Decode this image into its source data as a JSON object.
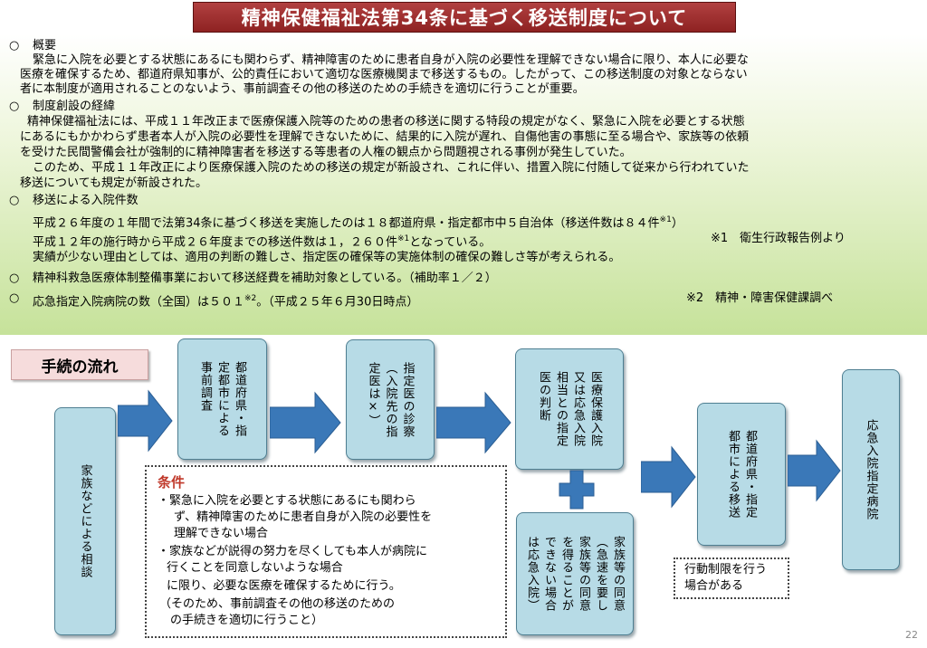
{
  "title": "精神保健福祉法第34条に基づく移送制度について",
  "sections": {
    "overview": {
      "bullet": "○",
      "heading": "概要",
      "lines": [
        "緊急に入院を必要とする状態にあるにも関わらず、精神障害のために患者自身が入院の必要性を理解できない場合に限り、本人に必要な",
        "医療を確保するため、都道府県知事が、公的責任において適切な医療機関まで移送するもの。したがって、この移送制度の対象とならない",
        "者に本制度が適用されることのないよう、事前調査その他の移送のための手続きを適切に行うことが重要。"
      ]
    },
    "history": {
      "bullet": "○",
      "heading": "制度創設の経緯",
      "lines": [
        "精神保健福祉法には、平成１１年改正まで医療保護入院等のための患者の移送に関する特段の規定がなく、緊急に入院を必要とする状態",
        "にあるにもかかわらず患者本人が入院の必要性を理解できないために、結果的に入院が遅れ、自傷他害の事態に至る場合や、家族等の依頼",
        "を受けた民間警備会社が強制的に精神障害者を移送する等患者の人権の観点から問題視される事例が発生していた。",
        "このため、平成１１年改正により医療保護入院のための移送の規定が新設され、これに伴い、措置入院に付随して従来から行われていた",
        "移送についても規定が新設された。"
      ]
    },
    "count": {
      "bullet": "○",
      "heading": "移送による入院件数",
      "line1": "平成２６年度の１年間で法第34条に基づく移送を実施したのは１８都道府県・指定都市中５自治体（移送件数は８４件",
      "line1_fn": "※1",
      "line1_end": "）",
      "line2": "平成１２年の施行時から平成２６年度までの移送件数は１，２６０件",
      "line2_fn": "※1",
      "line2_end": "となっている。",
      "note1": "※1　衛生行政報告例より",
      "line3": "実績が少ない理由としては、適用の判断の難しさ、指定医の確保等の実施体制の確保の難しさ等が考えられる。"
    },
    "subsidy": {
      "bullet": "○",
      "text": "精神科救急医療体制整備事業において移送経費を補助対象としている。（補助率１／２）"
    },
    "hospitals": {
      "bullet": "○",
      "text": "応急指定入院病院の数（全国）は５０１",
      "fn": "※2",
      "text_end": "。（平成２５年６月30日時点）",
      "note2": "※2　精神・障害保健課調べ"
    }
  },
  "flow": {
    "label": "手続の流れ",
    "box_family": "家族などによる相談",
    "box_survey": "都道府県・指\n定都市による\n事前調査",
    "box_exam": "指定医の診察\n（入院先の指\n定医は×）",
    "box_judge": "医療保護入院\n又は応急入院\n相当との指定\n医の判断",
    "box_consent": "家族等の同意\n（急速を要し\n家族等の同意\nを得ることが\nできない場合\nは応急入院）",
    "box_transfer": "都道府県・指定\n都市による移送",
    "box_hospital": "応急入院指定病院",
    "conditions": {
      "title": "条件",
      "lines": [
        "・緊急に入院を必要とする状態にあるにも関わら",
        "ず、精神障害のために患者自身が入院の必要性を",
        "理解できない場合",
        "・家族などが説得の努力を尽くしても本人が病院に",
        "行くことを同意しないような場合",
        "に限り、必要な医療を確保するために行う。",
        "（そのため、事前調査その他の移送のための",
        "の手続きを適切に行うこと）"
      ]
    },
    "restriction": [
      "行動制限を行う",
      "場合がある"
    ]
  },
  "page_number": "22",
  "colors": {
    "title_bg": "#9b2c2c",
    "panel_green": "#c6e29a",
    "box_blue": "#b7dbe6",
    "arrow_blue": "#3a78b8",
    "label_pink": "#f6dcdc",
    "condition_red": "#c0392b"
  }
}
